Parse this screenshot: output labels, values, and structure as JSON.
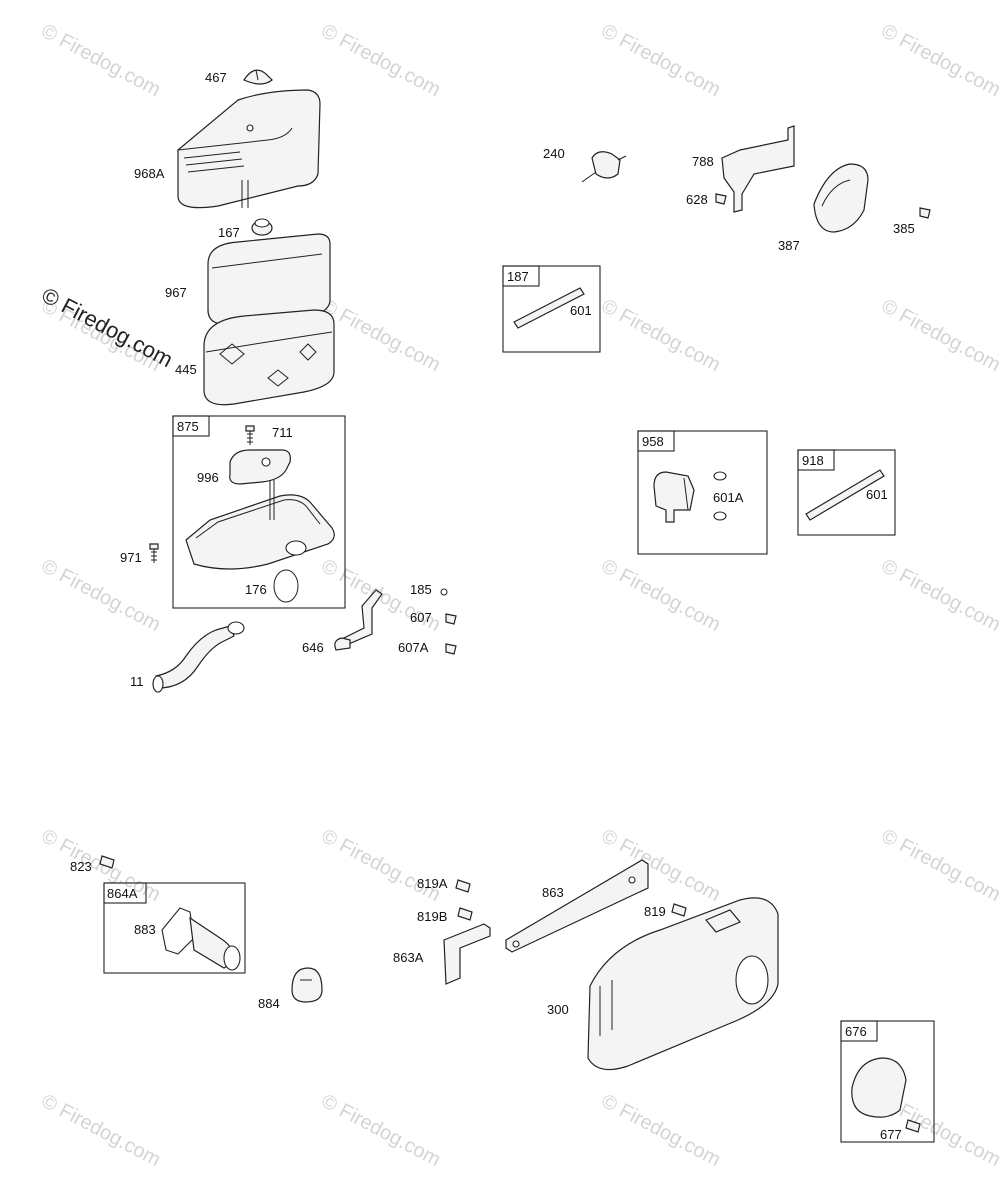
{
  "watermark": {
    "tiled_text": "© Firedog.com",
    "corner_text": "© Firedog.com"
  },
  "callouts": [
    {
      "id": "467",
      "label": "467"
    },
    {
      "id": "968A",
      "label": "968A"
    },
    {
      "id": "167",
      "label": "167"
    },
    {
      "id": "967",
      "label": "967"
    },
    {
      "id": "445",
      "label": "445"
    },
    {
      "id": "711",
      "label": "711"
    },
    {
      "id": "996",
      "label": "996"
    },
    {
      "id": "971",
      "label": "971"
    },
    {
      "id": "176",
      "label": "176"
    },
    {
      "id": "11",
      "label": "11"
    },
    {
      "id": "185",
      "label": "185"
    },
    {
      "id": "607",
      "label": "607"
    },
    {
      "id": "646",
      "label": "646"
    },
    {
      "id": "607A",
      "label": "607A"
    },
    {
      "id": "240",
      "label": "240"
    },
    {
      "id": "788",
      "label": "788"
    },
    {
      "id": "628",
      "label": "628"
    },
    {
      "id": "387",
      "label": "387"
    },
    {
      "id": "385",
      "label": "385"
    },
    {
      "id": "601_187",
      "label": "601"
    },
    {
      "id": "601A",
      "label": "601A"
    },
    {
      "id": "601_918",
      "label": "601"
    },
    {
      "id": "823",
      "label": "823"
    },
    {
      "id": "883",
      "label": "883"
    },
    {
      "id": "884",
      "label": "884"
    },
    {
      "id": "819A",
      "label": "819A"
    },
    {
      "id": "819B",
      "label": "819B"
    },
    {
      "id": "863",
      "label": "863"
    },
    {
      "id": "863A",
      "label": "863A"
    },
    {
      "id": "819",
      "label": "819"
    },
    {
      "id": "300",
      "label": "300"
    },
    {
      "id": "677",
      "label": "677"
    }
  ],
  "boxes": [
    {
      "id": "875",
      "label": "875"
    },
    {
      "id": "187",
      "label": "187"
    },
    {
      "id": "958",
      "label": "958"
    },
    {
      "id": "918",
      "label": "918"
    },
    {
      "id": "864A",
      "label": "864A"
    },
    {
      "id": "676",
      "label": "676"
    }
  ]
}
